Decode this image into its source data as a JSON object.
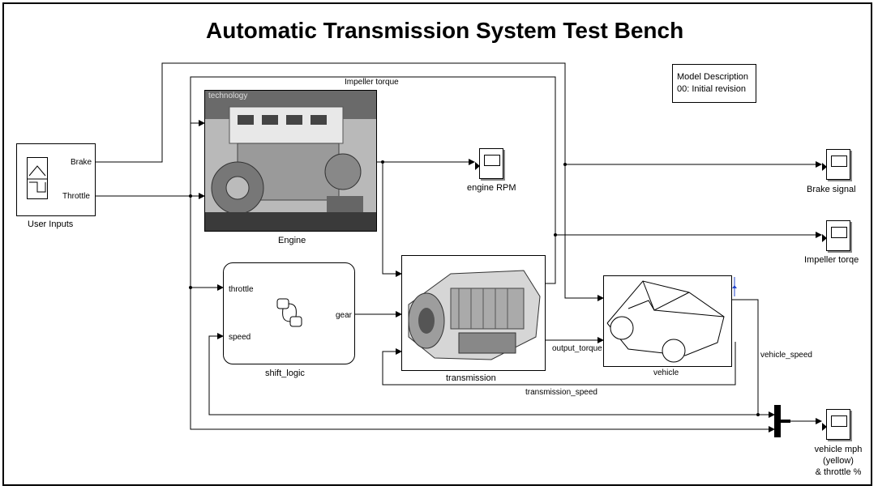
{
  "title": "Automatic Transmission System Test Bench",
  "model_description": [
    "Model Description",
    "00: Initial revision"
  ],
  "blocks": {
    "user_inputs": {
      "label": "User Inputs",
      "ports": [
        "Brake",
        "Throttle"
      ]
    },
    "engine": {
      "label": "Engine",
      "image_text": "technology"
    },
    "shift_logic": {
      "label": "shift_logic",
      "ports_in": [
        "throttle",
        "speed"
      ],
      "port_out": "gear"
    },
    "transmission": {
      "label": "transmission"
    },
    "vehicle": {
      "label": "vehicle"
    }
  },
  "scopes": {
    "engine_rpm": "engine RPM",
    "brake_signal": "Brake signal",
    "impeller_torque": "Impeller torqe",
    "vehicle_mph": [
      "vehicle mph",
      "(yellow)",
      "& throttle %"
    ]
  },
  "signals": {
    "impeller_torque": "Impeller torque",
    "output_torque": "output_torque",
    "transmission_speed": "transmission_speed",
    "vehicle_speed": "vehicle_speed"
  }
}
